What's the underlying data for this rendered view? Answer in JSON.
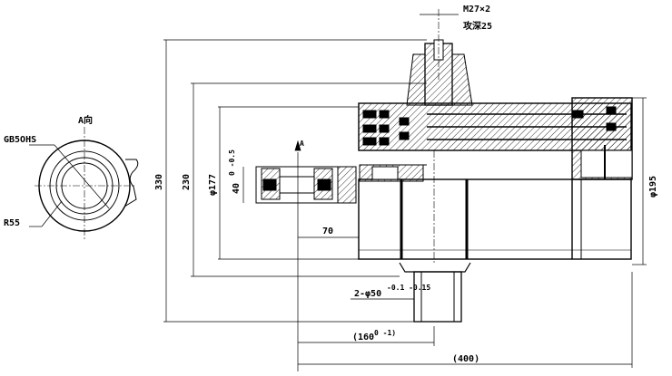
{
  "labels": {
    "thread_top": "M27×2",
    "thread_depth": "攻深25",
    "view_dir": "A向",
    "view_marker": "A",
    "hardness": "GB5OHS",
    "radius": "R55",
    "dim_330": "330",
    "dim_230": "230",
    "dim_177": "φ177",
    "dim_195": "φ195",
    "dim_40": "40",
    "dim_40_tol": "0\n-0.5",
    "dim_70": "70",
    "dim_2phi50": "2-φ50",
    "dim_2phi50_tol": "-0.1\n-0.15",
    "dim_160": "(160",
    "dim_160_tol": "0\n-1)",
    "dim_400": "(400)"
  }
}
